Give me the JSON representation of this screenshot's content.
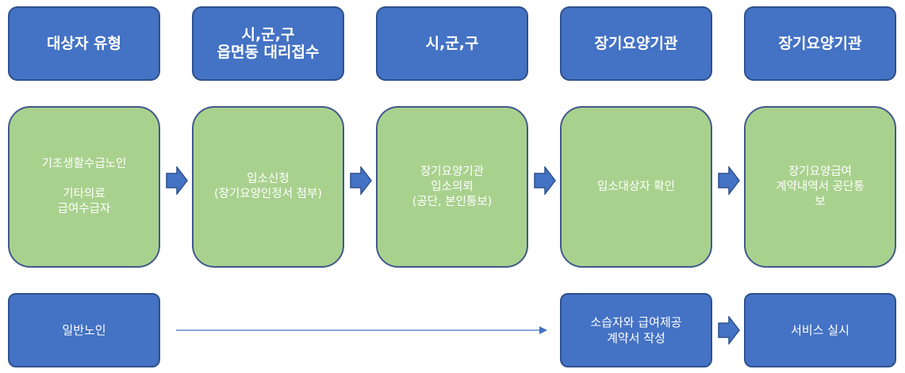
{
  "headers": [
    "대상자 유형",
    "시,군,구\n읍면동 대리접수",
    "시,군,구",
    "장기요양기관",
    "장기요양기관"
  ],
  "steps": [
    "기초생활수급노인\n\n기타의료\n급여수급자",
    "입소신청\n(장기요양인정서 첨부)",
    "장기요양기관\n입소의뢰\n(공단, 본인통보)",
    "입소대상자 확인",
    "장기요양급여\n계약내역서 공단통\n보"
  ],
  "bottom": {
    "general_elderly": "일반노인",
    "contract": "소습자와 급여제공\n계약서 작성",
    "service": "서비스 실시"
  },
  "colors": {
    "header_fill": "#4472c4",
    "step_fill": "#a9d18e",
    "border": "#2f528f"
  }
}
